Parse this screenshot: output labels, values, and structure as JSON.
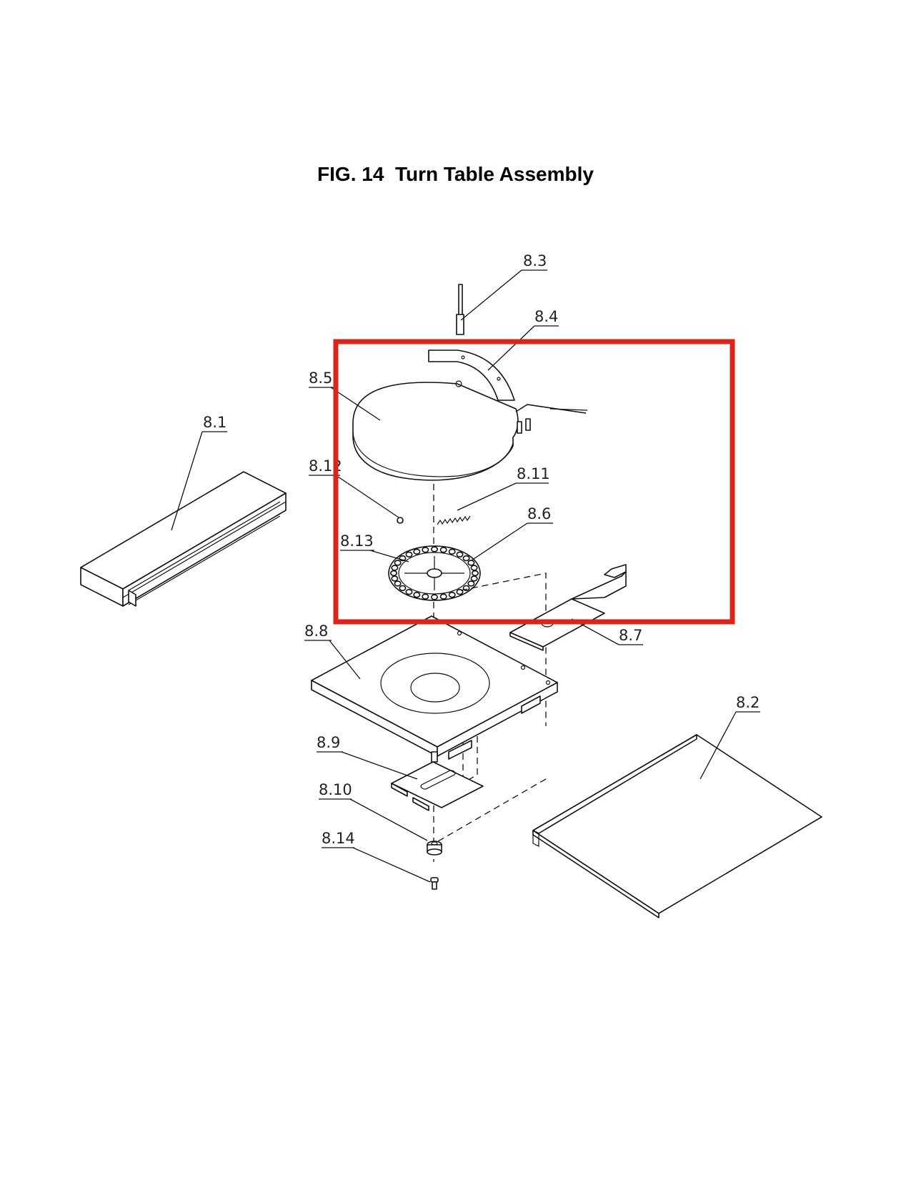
{
  "figure": {
    "title": "FIG. 14  Turn Table Assembly"
  },
  "callouts": {
    "p8_1": "8.1",
    "p8_2": "8.2",
    "p8_3": "8.3",
    "p8_4": "8.4",
    "p8_5": "8.5",
    "p8_6": "8.6",
    "p8_7": "8.7",
    "p8_8": "8.8",
    "p8_9": "8.9",
    "p8_10": "8.10",
    "p8_11": "8.11",
    "p8_12": "8.12",
    "p8_13": "8.13",
    "p8_14": "8.14"
  },
  "colors": {
    "highlight_box": "#d9261c",
    "line": "#111111"
  }
}
